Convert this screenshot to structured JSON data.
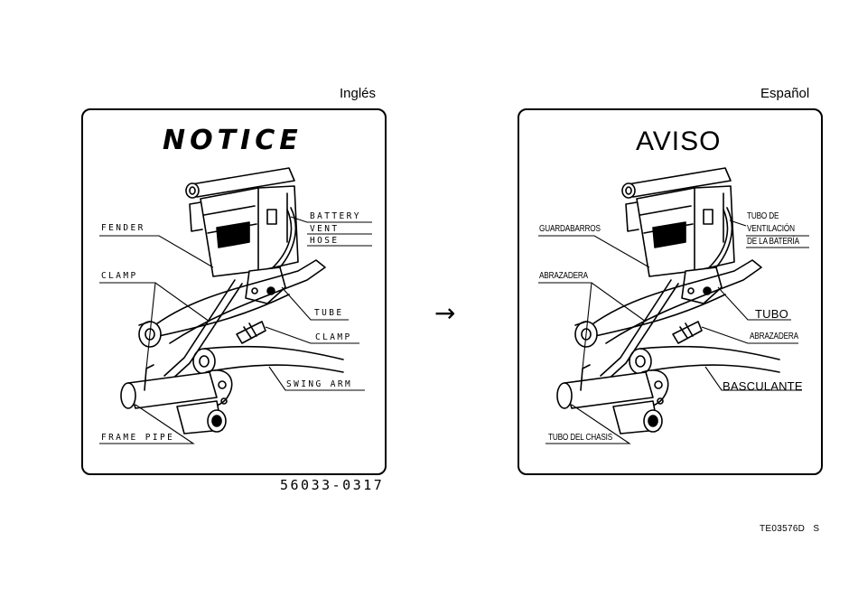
{
  "left": {
    "language": "Inglés",
    "title": "NOTICE",
    "labels": {
      "fender": "FENDER",
      "clamp_upper": "CLAMP",
      "battery": "BATTERY",
      "vent": "VENT",
      "hose": "HOSE",
      "tube": "TUBE",
      "clamp_lower": "CLAMP",
      "swing_arm": "SWING ARM",
      "frame_pipe": "FRAME PIPE"
    },
    "part_number": "56033-0317"
  },
  "right": {
    "language": "Español",
    "title": "AVISO",
    "labels": {
      "fender": "GUARDABARROS",
      "clamp_upper": "ABRAZADERA",
      "battery_line1": "TUBO DE",
      "battery_line2": "VENTILACIÓN",
      "battery_line3": "DE LA BATERÍA",
      "tube": "TUBO",
      "clamp_lower": "ABRAZADERA",
      "swing_arm": "BASCULANTE",
      "frame_pipe": "TUBO DEL CHASIS"
    }
  },
  "arrow": "→",
  "doc_ref": "TE03576D",
  "doc_ref_suffix": "S",
  "icons": [
    "arrow-right-icon",
    "battery-illustration",
    "swing-arm-illustration"
  ]
}
